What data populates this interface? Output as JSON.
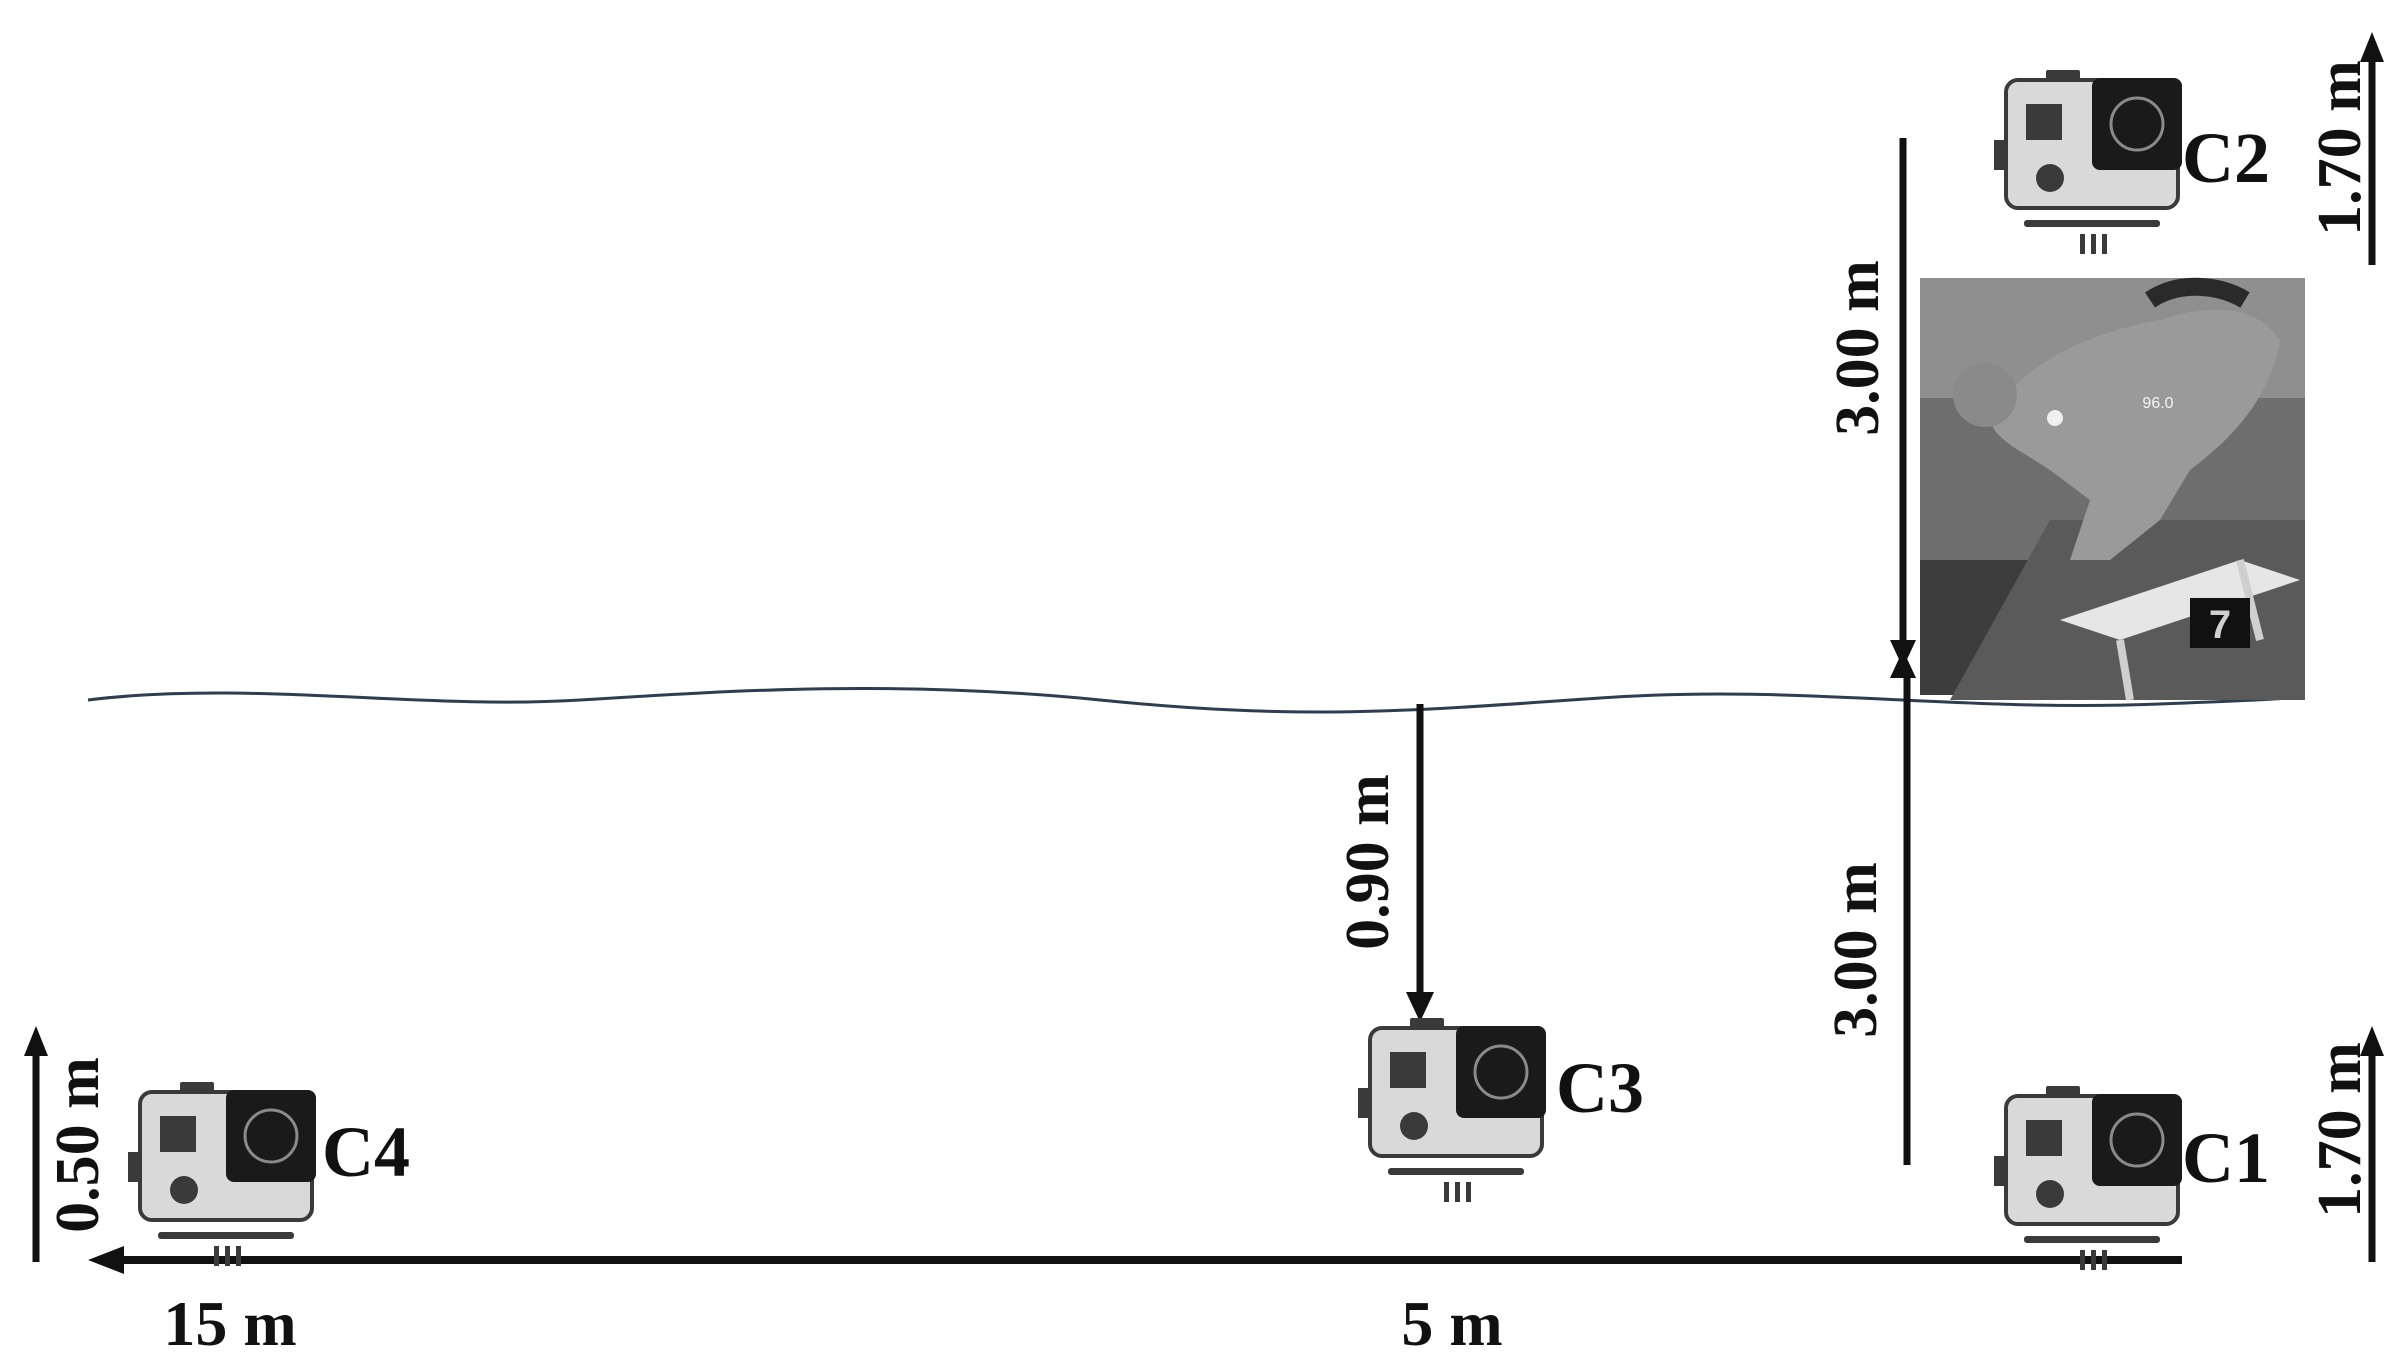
{
  "diagram": {
    "cameras": [
      {
        "id": "C1",
        "label": "C1",
        "height_label": "1.70 m"
      },
      {
        "id": "C2",
        "label": "C2",
        "height_label": "1.70 m"
      },
      {
        "id": "C3",
        "label": "C3",
        "depth_label": "0.90 m"
      },
      {
        "id": "C4",
        "label": "C4",
        "height_label": "0.50 m"
      }
    ],
    "distances": {
      "c2_to_start": "3.00 m",
      "start_to_c1": "3.00 m",
      "c3_mark": "5 m",
      "c4_mark": "15 m"
    },
    "photo": {
      "overlay_value": "96.0",
      "block_number": "7"
    },
    "colors": {
      "water_line": "#2c3e4f",
      "arrow": "#111111",
      "camera_body": "#d9d9d9",
      "camera_dark": "#1a1a1a"
    }
  }
}
